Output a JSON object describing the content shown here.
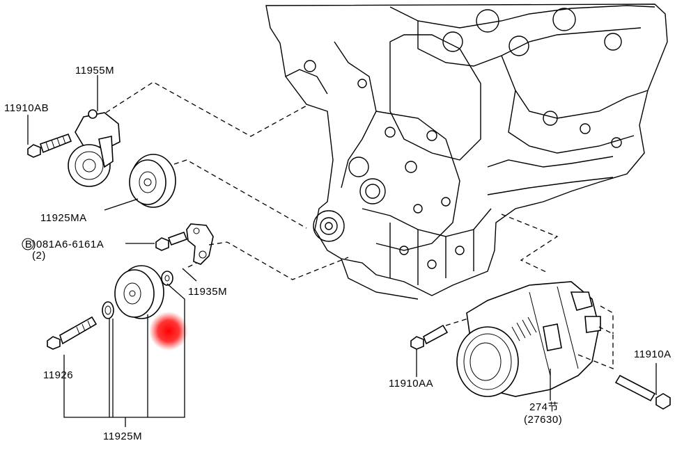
{
  "parts": {
    "p11955M": "11955M",
    "p11910AB": "11910AB",
    "p11925MA": "11925MA",
    "p081A6": "B)081A6-6161A",
    "p081A6_qty": "(2)",
    "p11935M": "11935M",
    "p11926": "11926",
    "p11925M": "11925M",
    "p11910AA": "11910AA",
    "p11910A": "11910A",
    "p274": "274节",
    "p27630": "(27630)"
  },
  "colors": {
    "marker": "#ff1a1a"
  }
}
